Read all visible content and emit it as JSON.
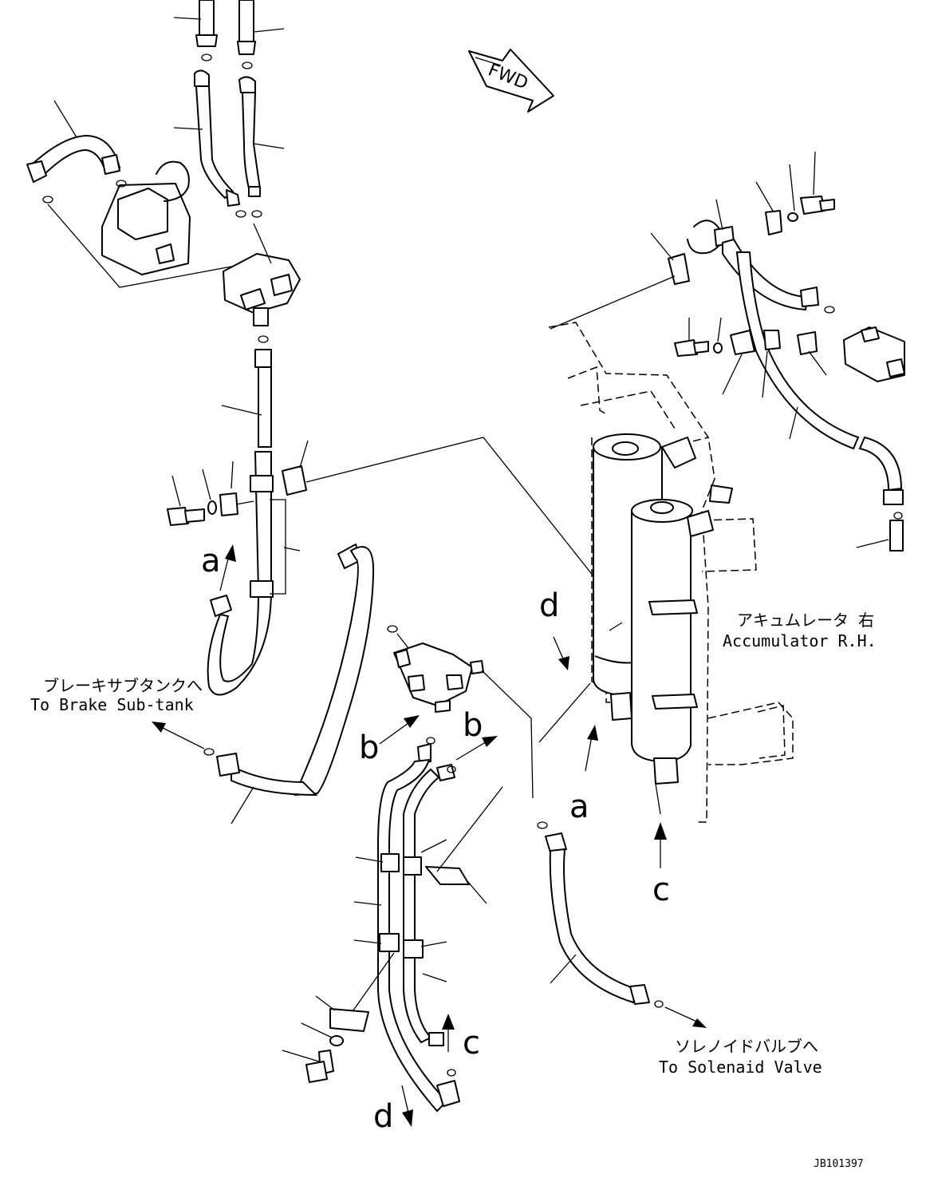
{
  "diagram": {
    "forward_marker": "FWD",
    "view_labels": {
      "a_top": "a",
      "a_right": "a",
      "b_left": "b",
      "b_right": "b",
      "c_bottom": "c",
      "c_right": "c",
      "d_top": "d",
      "d_bottom": "d"
    },
    "callouts": {
      "brake_subtank_jp": "ブレーキサブタンクへ",
      "brake_subtank_en": "To Brake Sub-tank",
      "accumulator_jp": "アキュムレータ 右",
      "accumulator_en": "Accumulator R.H.",
      "solenoid_jp": "ソレノイドバルブへ",
      "solenoid_en": "To Solenaid Valve"
    },
    "drawing_code": "JB101397"
  }
}
